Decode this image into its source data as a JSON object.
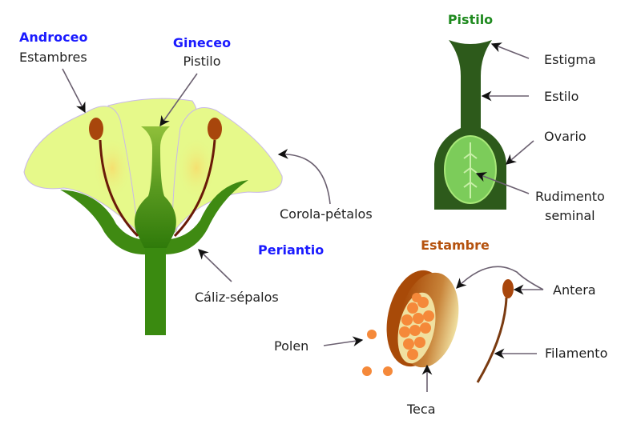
{
  "flower": {
    "androceo": "Androceo",
    "estambres": "Estambres",
    "gineceo": "Gineceo",
    "pistilo": "Pistilo",
    "corola": "Corola-pétalos",
    "periantio": "Periantio",
    "caliz": "Cáliz-sépalos"
  },
  "pistil_panel": {
    "title": "Pistilo",
    "estigma": "Estigma",
    "estilo": "Estilo",
    "ovario": "Ovario",
    "rudimento_line1": "Rudimento",
    "rudimento_line2": "seminal"
  },
  "stamen_panel": {
    "title": "Estambre",
    "antera": "Antera",
    "filamento": "Filamento",
    "polen": "Polen",
    "teca": "Teca"
  },
  "colors": {
    "section_blue": "#1a1aff",
    "pistil_green": "#1f8a1f",
    "stamen_brown": "#b5520e"
  }
}
